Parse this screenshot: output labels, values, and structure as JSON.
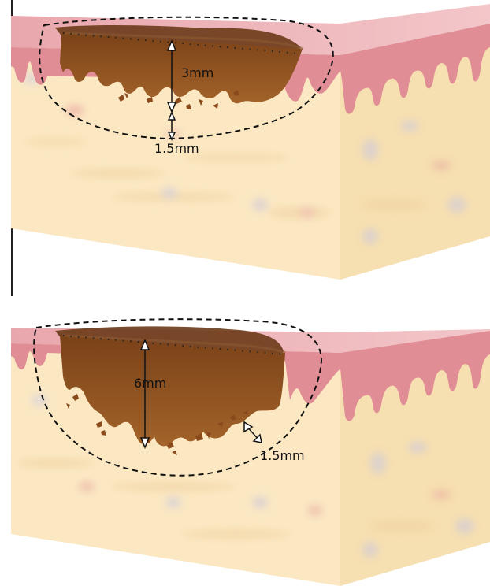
{
  "diagram": {
    "top": {
      "depth_label": "3mm",
      "margin_label": "1.5mm"
    },
    "bottom": {
      "depth_label": "6mm",
      "margin_label": "1.5mm"
    }
  },
  "colors": {
    "epidermis": "#e3949c",
    "epidermis_top": "#f0c0c4",
    "dermis": "#fbe9c4",
    "dermis_side": "#f5dfb0",
    "lesion": "#9b5a23",
    "lesion_dark": "#6e3a14",
    "margin_line": "#111111"
  }
}
